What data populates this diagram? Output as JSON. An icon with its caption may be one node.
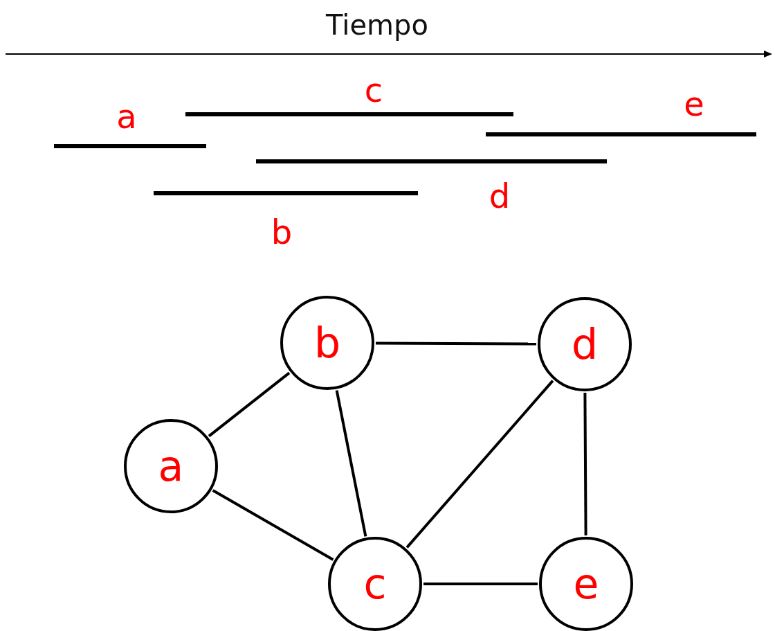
{
  "diagram": {
    "nodes": [
      {
        "text": [],
        "shape": "bar",
        "beside": [
          "c"
        ]
      },
      {
        "text": [],
        "shape": "bar",
        "beside": [
          "e"
        ]
      },
      {
        "text": [],
        "shape": "bar",
        "beside": [
          "a"
        ]
      },
      {
        "text": [],
        "shape": "bar",
        "beside": [
          "d"
        ]
      },
      {
        "text": [],
        "shape": "bar",
        "beside": [
          "b"
        ]
      },
      {
        "text": [
          "a"
        ]
      },
      {
        "text": [
          "b"
        ]
      },
      {
        "text": [
          "c"
        ]
      },
      {
        "text": [
          "d"
        ]
      },
      {
        "text": [
          "e"
        ]
      }
    ],
    "edges": [
      {
        "from": 5,
        "to": 6,
        "arrow": "none"
      },
      {
        "from": 5,
        "to": 7,
        "arrow": "none"
      },
      {
        "from": 6,
        "to": 8,
        "arrow": "none"
      },
      {
        "from": 6,
        "to": 7,
        "arrow": "none"
      },
      {
        "from": 7,
        "to": 8,
        "arrow": "none"
      },
      {
        "from": 7,
        "to": 9,
        "arrow": "none"
      },
      {
        "from": 8,
        "to": 9,
        "arrow": "none"
      }
    ],
    "labels": [
      "Tiempo"
    ]
  }
}
